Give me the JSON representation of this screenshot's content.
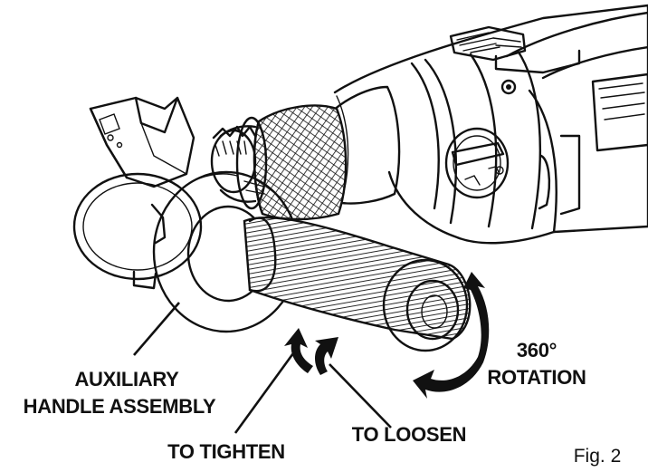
{
  "labels": {
    "auxiliary_line1": "AUXILIARY",
    "auxiliary_line2": "HANDLE ASSEMBLY",
    "rotation_line1": "360°",
    "rotation_line2": "ROTATION",
    "tighten": "TO TIGHTEN",
    "loosen": "TO LOOSEN",
    "figure": "Fig. 2"
  },
  "icons": [
    "rotation-arrow-icon",
    "tighten-arrow-icon",
    "loosen-arrow-icon"
  ]
}
